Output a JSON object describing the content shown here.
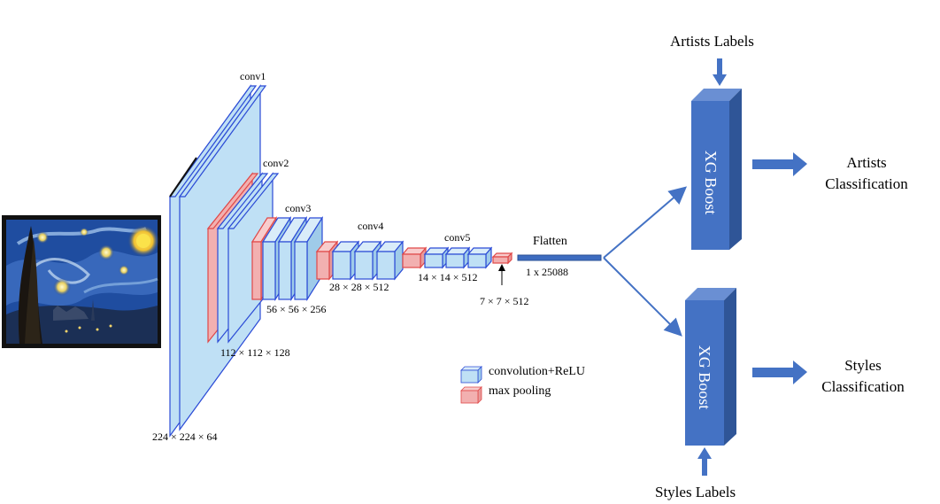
{
  "network": {
    "layers": [
      {
        "name": "conv1",
        "dims": "224 × 224 × 64"
      },
      {
        "name": "conv2",
        "dims": "112 × 112 × 128"
      },
      {
        "name": "conv3",
        "dims": "56 × 56 × 256"
      },
      {
        "name": "conv4",
        "dims": "28 × 28 × 512"
      },
      {
        "name": "conv5",
        "dims": "14 × 14 × 512"
      }
    ],
    "pool_dims": "7 × 7 × 512",
    "flatten_label": "Flatten",
    "flatten_dims": "1 x 25088"
  },
  "legend": {
    "conv": "convolution+ReLU",
    "pool": "max  pooling"
  },
  "classifiers": {
    "top": {
      "model": "XG Boost",
      "input": "Artists Labels",
      "output_line1": "Artists",
      "output_line2": "Classification"
    },
    "bottom": {
      "model": "XG Boost",
      "input": "Styles Labels",
      "output_line1": "Styles",
      "output_line2": "Classification"
    }
  },
  "colors": {
    "conv_fill": "#bfe0f5",
    "conv_stroke": "#2b4bd6",
    "pool_fill": "#f2b0b0",
    "pool_stroke": "#e04848",
    "box_front": "#4472c4",
    "box_side": "#2f5597",
    "box_top": "#6a8fd3",
    "arrow": "#4472c4"
  },
  "painting": {
    "name": "starry-night"
  }
}
